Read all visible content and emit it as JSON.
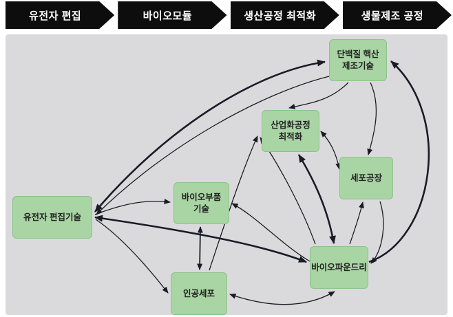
{
  "header": {
    "stages": [
      {
        "label": "유전자 편집"
      },
      {
        "label": "바이오모듈"
      },
      {
        "label": "생산공정 최적화"
      },
      {
        "label": "생물제조 공정"
      }
    ]
  },
  "diagram": {
    "nodes": [
      {
        "id": "protein-nucleic-acid-manufacturing",
        "label": "단백질 핵산\n제조기술"
      },
      {
        "id": "industrialization-process-optimization",
        "label": "산업화공정\n최적화"
      },
      {
        "id": "cell-factory",
        "label": "세포공장"
      },
      {
        "id": "bio-parts-technology",
        "label": "바이오부품\n기술"
      },
      {
        "id": "gene-editing-technology",
        "label": "유전자 편집기술"
      },
      {
        "id": "biofoundry",
        "label": "바이오파운드리"
      },
      {
        "id": "artificial-cell",
        "label": "인공세포"
      }
    ],
    "edges": [
      {
        "from": "gene-editing-technology",
        "to": "protein-nucleic-acid-manufacturing",
        "bidirectional": true,
        "weight": "thick"
      },
      {
        "from": "protein-nucleic-acid-manufacturing",
        "to": "gene-editing-technology",
        "bidirectional": false,
        "weight": "thin"
      },
      {
        "from": "gene-editing-technology",
        "to": "bio-parts-technology",
        "bidirectional": false,
        "weight": "thin"
      },
      {
        "from": "gene-editing-technology",
        "to": "artificial-cell",
        "bidirectional": false,
        "weight": "thin"
      },
      {
        "from": "gene-editing-technology",
        "to": "biofoundry",
        "bidirectional": true,
        "weight": "thick"
      },
      {
        "from": "bio-parts-technology",
        "to": "artificial-cell",
        "bidirectional": true,
        "weight": "med"
      },
      {
        "from": "artificial-cell",
        "to": "industrialization-process-optimization",
        "bidirectional": false,
        "weight": "thin"
      },
      {
        "from": "biofoundry",
        "to": "industrialization-process-optimization",
        "bidirectional": false,
        "weight": "thin"
      },
      {
        "from": "industrialization-process-optimization",
        "to": "biofoundry",
        "bidirectional": true,
        "weight": "thick"
      },
      {
        "from": "industrialization-process-optimization",
        "to": "cell-factory",
        "bidirectional": true,
        "weight": "thin"
      },
      {
        "from": "protein-nucleic-acid-manufacturing",
        "to": "industrialization-process-optimization",
        "bidirectional": false,
        "weight": "thin"
      },
      {
        "from": "protein-nucleic-acid-manufacturing",
        "to": "cell-factory",
        "bidirectional": false,
        "weight": "thin"
      },
      {
        "from": "biofoundry",
        "to": "cell-factory",
        "bidirectional": false,
        "weight": "thin"
      },
      {
        "from": "cell-factory",
        "to": "biofoundry",
        "bidirectional": false,
        "weight": "thin"
      },
      {
        "from": "biofoundry",
        "to": "protein-nucleic-acid-manufacturing",
        "bidirectional": false,
        "weight": "thick"
      },
      {
        "from": "biofoundry",
        "to": "artificial-cell",
        "bidirectional": true,
        "weight": "thin"
      },
      {
        "from": "biofoundry",
        "to": "bio-parts-technology",
        "bidirectional": false,
        "weight": "thin"
      }
    ],
    "colors": {
      "node_fill": "#a9d4a4",
      "node_border": "#8cc28c",
      "edge": "#1b1b26",
      "panel_background": "#dadadc",
      "stage_background": "#0d0d0d",
      "stage_text": "#ffffff"
    }
  }
}
